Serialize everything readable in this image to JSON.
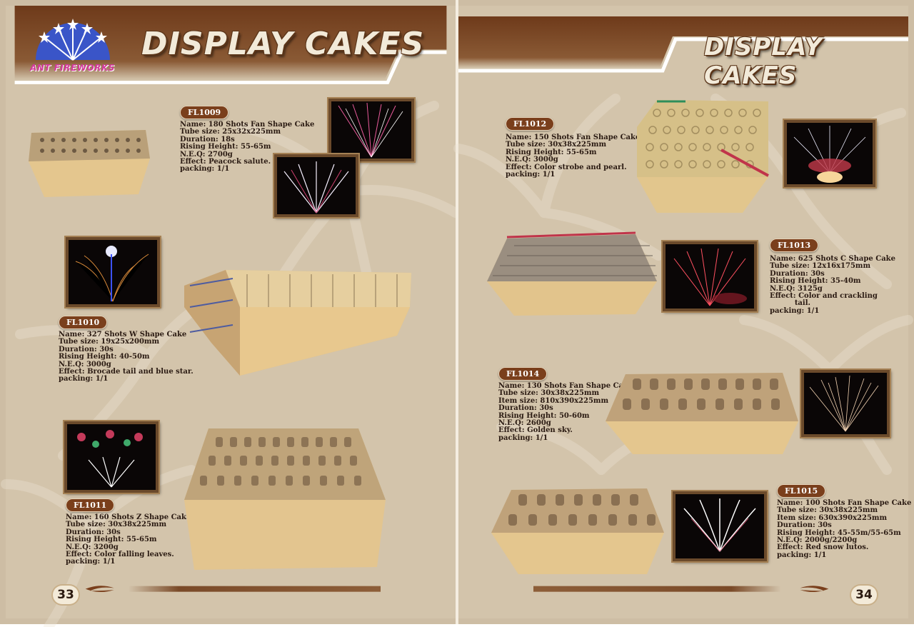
{
  "brand": {
    "name": "ANT FIREWORKS"
  },
  "left_page": {
    "title": "DISPLAY CAKES",
    "page_number": "33",
    "products": [
      {
        "code": "FL1009",
        "specs": "Name: 180 Shots Fan Shape Cake\nTube size: 25x32x225mm\nDuration: 18s\nRising Height: 55-65m\nN.E.Q: 2700g\nEffect: Peacock salute.\npacking: 1/1"
      },
      {
        "code": "FL1010",
        "specs": "Name: 327 Shots W Shape Cake\nTube size: 19x25x200mm\nDuration: 30s\nRising Height: 40-50m\nN.E.Q: 3000g\nEffect: Brocade tail and blue star.\npacking: 1/1"
      },
      {
        "code": "FL1011",
        "specs": "Name: 160 Shots Z Shape Cake\nTube size: 30x38x225mm\nDuration: 30s\nRising Height: 55-65m\nN.E.Q: 3200g\nEffect: Color falling leaves.\npacking: 1/1"
      }
    ]
  },
  "right_page": {
    "title": "DISPLAY CAKES",
    "page_number": "34",
    "products": [
      {
        "code": "FL1012",
        "specs": "Name: 150 Shots Fan Shape Cake\nTube size: 30x38x225mm\nRising Height: 55-65m\nN.E.Q: 3000g\nEffect: Color strobe and pearl.\npacking: 1/1"
      },
      {
        "code": "FL1013",
        "specs": "Name: 625 Shots C Shape Cake\nTube size: 12x16x175mm\nDuration: 30s\nRising Height: 35-40m\nN.E.Q: 3125g\nEffect: Color and crackling\n          tail.\npacking: 1/1"
      },
      {
        "code": "FL1014",
        "specs": "Name: 130 Shots Fan Shape Cake\nTube size: 30x38x225mm\nItem size: 810x390x225mm\nDuration: 30s\nRising Height: 50-60m\nN.E.Q: 2600g\nEffect: Golden sky.\npacking: 1/1"
      },
      {
        "code": "FL1015",
        "specs": "Name: 100 Shots Fan Shape Cake\nTube size: 30x38x225mm\nItem size: 630x390x225mm\nDuration: 30s\nRising Height: 45-55m/55-65m\nN.E.Q: 2000g/2200g\nEffect: Red snow lutos.\npacking: 1/1"
      }
    ]
  },
  "colors": {
    "brown": "#7a3f1c",
    "paper": "#d3c4ab",
    "cake": "#e2c48c"
  }
}
